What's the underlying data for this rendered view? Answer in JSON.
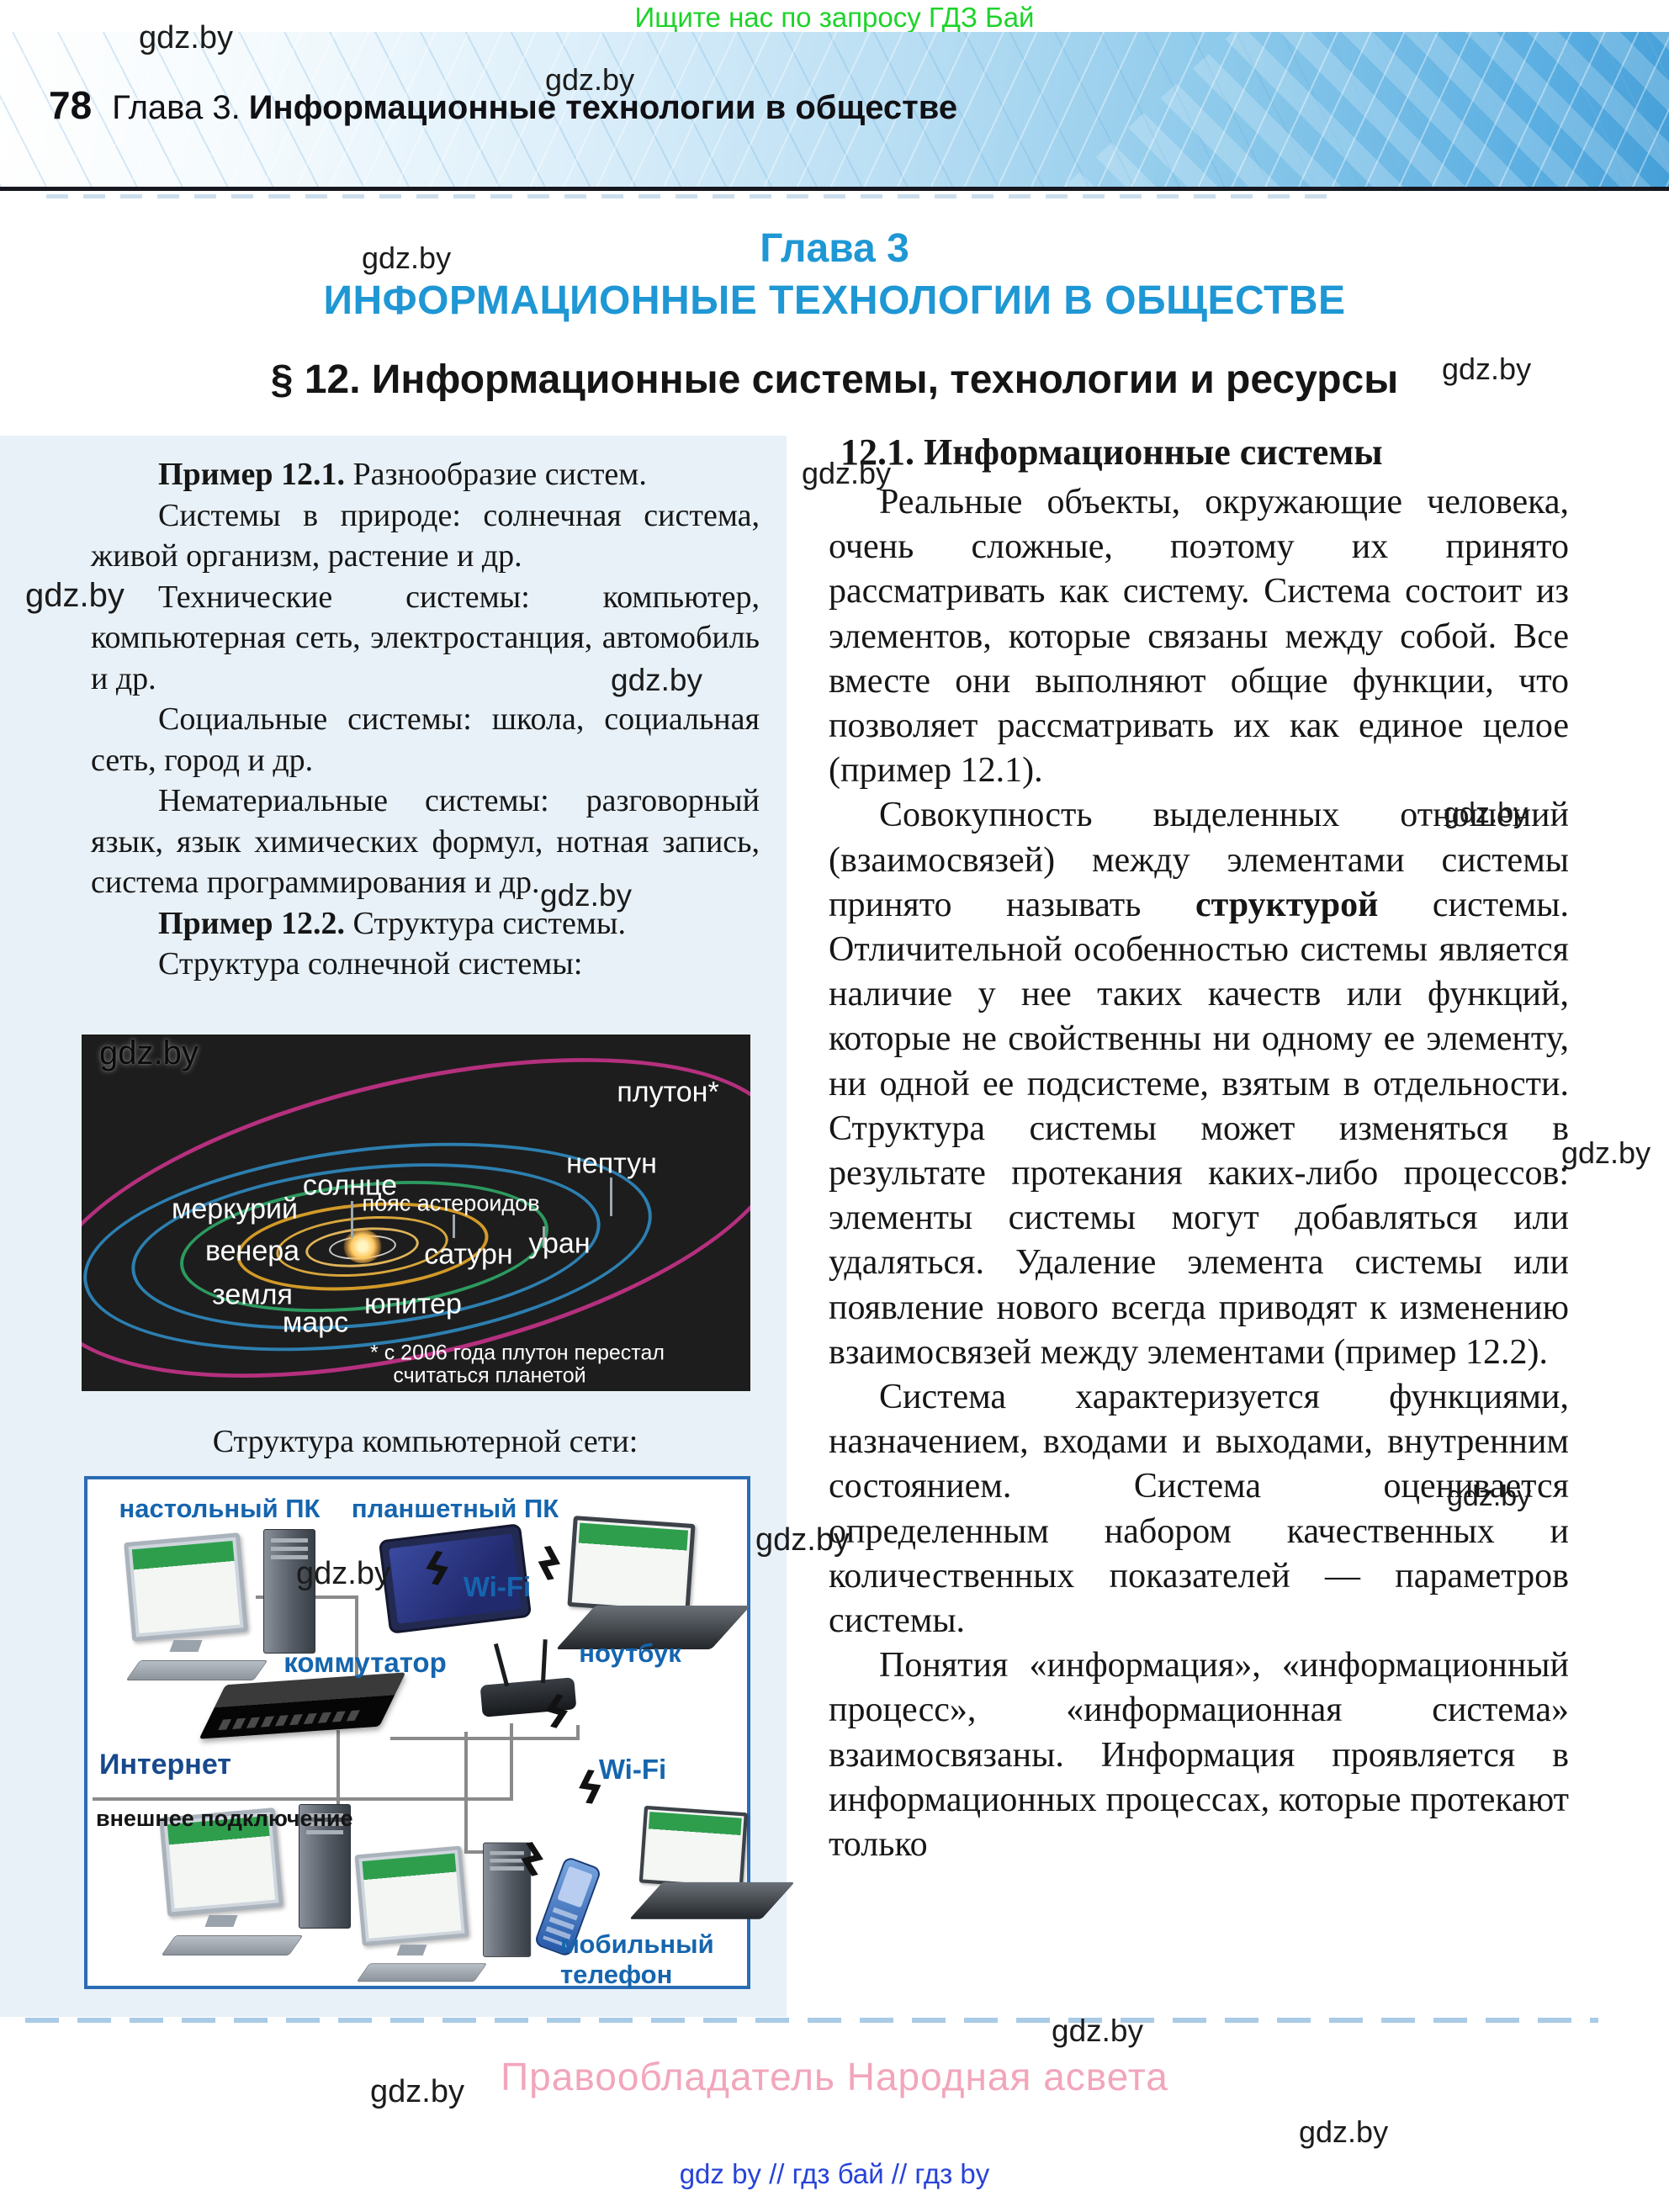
{
  "watermark": {
    "text": "gdz.by"
  },
  "top_banner": {
    "text": "Ищите нас по запросу ГДЗ Бай"
  },
  "header": {
    "page_number": "78",
    "chapter_ref": "Глава 3.",
    "chapter_name": "Информационные технологии в обществе"
  },
  "titles": {
    "chapter_label": "Глава 3",
    "chapter_title": "ИНФОРМАЦИОННЫЕ ТЕХНОЛОГИИ В ОБЩЕСТВЕ",
    "section_title": "§ 12. Информационные системы, технологии и ресурсы"
  },
  "left_column": {
    "example1": {
      "label": "Пример 12.1.",
      "title": " Разнообразие систем."
    },
    "p_nature": "Системы в природе: солнечная систе­ма, живой организм, растение и др.",
    "p_technical": "Технические системы: компьютер, компьютерная сеть, электростанция, автомобиль и др.",
    "p_social": "Социальные системы: школа, соци­альная сеть, город и др.",
    "p_immaterial": "Нематериальные системы: разговор­ный язык, язык химических формул, нотная запись, система программиро­вания и др.",
    "example2": {
      "label": "Пример 12.2.",
      "title": " Структура системы."
    },
    "solar_caption": "Структура солнечной системы:",
    "network_caption": "Структура компьютерной сети:"
  },
  "solar_diagram": {
    "labels": {
      "pluto": "плутон*",
      "neptune": "нептун",
      "sun": "солнце",
      "asteroid_belt": "пояс астероидов",
      "mercury": "меркурий",
      "uranus": "уран",
      "venus": "венера",
      "saturn": "сатурн",
      "earth": "земля",
      "jupiter": "юпитер",
      "mars": "марс"
    },
    "footnote_line1": "* с 2006 года плутон перестал",
    "footnote_line2": "считаться планетой"
  },
  "network_diagram": {
    "labels": {
      "desktop_pc": "настольный ПК",
      "tablet_pc": "планшетный ПК",
      "wifi_top": "Wi-Fi",
      "laptop": "ноутбук",
      "switch": "коммутатор",
      "internet": "Интернет",
      "external": "внешнее подключение",
      "wifi_bottom": "Wi-Fi",
      "mobile_phone": "мобильный телефон"
    }
  },
  "right_column": {
    "heading": "12.1. Информационные системы",
    "p1": "Реальные объекты, окружающие человека, очень сложные, поэтому их принято рассматривать как систему. Система состоит из элементов, кото­рые связаны между собой. Все вместе они выполняют общие функции, что позволяет рассматривать их как еди­ное целое (пример 12.1).",
    "p2_before": "Совокупность выделенных отноше­ний (взаимосвязей) между элемента­ми системы принято называть ",
    "p2_bold": "струк­турой",
    "p2_after": " системы. Отличительной осо­бенностью системы является наличие у нее таких качеств или функций, которые не свойственны ни одному ее элементу, ни одной ее подсистеме, взятым в отдельности. Структура си­стемы может изменяться в результа­те протекания каких-либо процессов: элементы системы могут добавляться или удаляться. Удаление элемента системы или появление нового всегда приводят к изменению взаимосвязей между элементами (пример 12.2).",
    "p3": "Система характеризуется функция­ми, назначением, входами и выхода­ми, внутренним состоянием. Система оценивается определенным набором качественных и количественных по­казателей — параметров системы.",
    "p4": "Понятия «информация», «информа­ционный процесс», «информационная система» взаимосвязаны. Информа­ция проявляется в информационных процессах, которые протекают только"
  },
  "footer": {
    "copyright": "Правообладатель Народная асвета",
    "links": "gdz by  //  гдз бай  //  гдз by"
  },
  "colors": {
    "accent_blue": "#1f97d4",
    "network_label_blue": "#1565ae",
    "internet_navy": "#17498c",
    "banner_green": "#1ed32a",
    "copyright_pink": "#f2a6bb",
    "link_blue": "#2743d8",
    "panel_blue": "#e8f1f8",
    "pluto_orbit_pink": "#b5307e",
    "outer_orbit_blue": "#2d7fb0",
    "jupiter_orbit_green": "#2d9a5f",
    "inner_orbit_orange": "#d29a28"
  }
}
